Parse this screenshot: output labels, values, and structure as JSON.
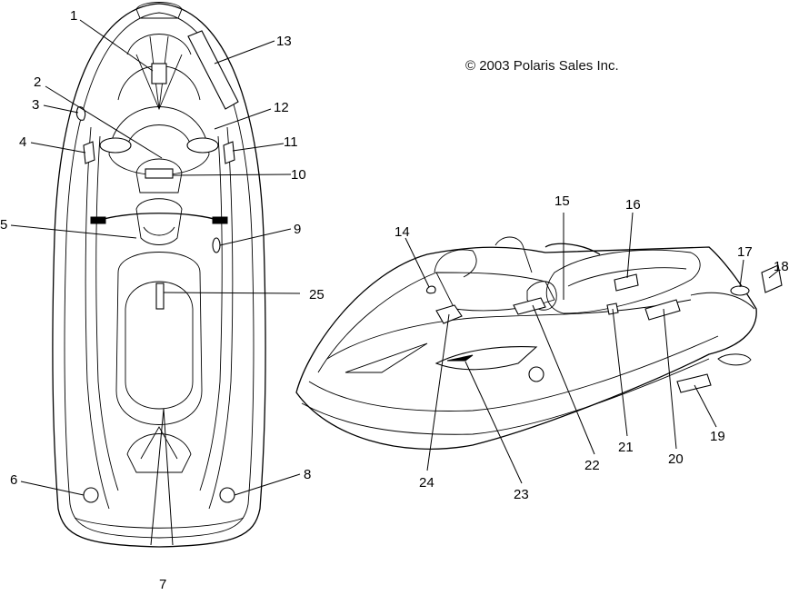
{
  "copyright": "© 2003 Polaris Sales Inc.",
  "callouts": {
    "c1": "1",
    "c2": "2",
    "c3": "3",
    "c4": "4",
    "c5": "5",
    "c6": "6",
    "c7": "7",
    "c8": "8",
    "c9": "9",
    "c10": "10",
    "c11": "11",
    "c12": "12",
    "c13": "13",
    "c14": "14",
    "c15": "15",
    "c16": "16",
    "c17": "17",
    "c18": "18",
    "c19": "19",
    "c20": "20",
    "c21": "21",
    "c22": "22",
    "c23": "23",
    "c24": "24",
    "c25": "25"
  }
}
